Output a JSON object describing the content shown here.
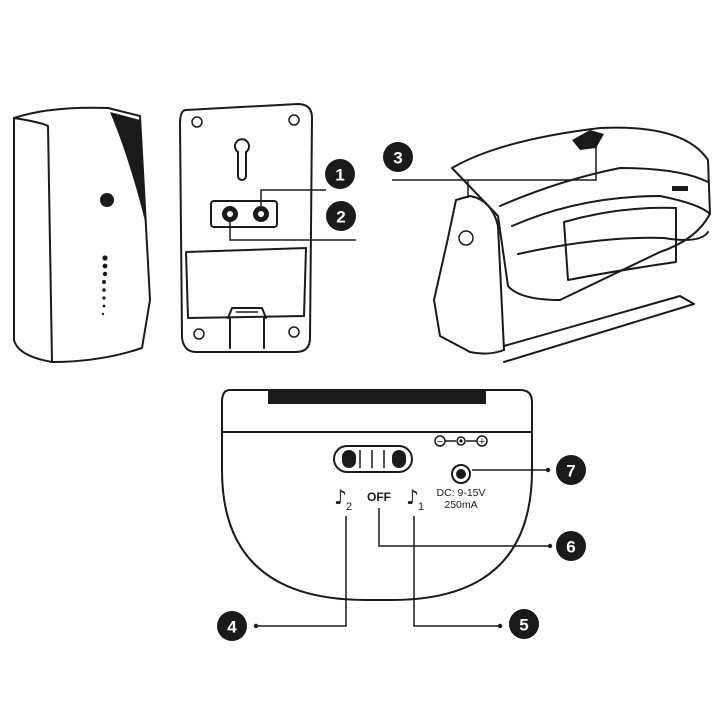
{
  "callouts": [
    "1",
    "2",
    "3",
    "4",
    "5",
    "6",
    "7"
  ],
  "switch_labels": {
    "left_symbol": "♪",
    "left_sub": "2",
    "center": "OFF",
    "right_symbol": "♪",
    "right_sub": "1"
  },
  "power_spec": {
    "line1": "DC: 9-15V",
    "line2": "250mA"
  },
  "polarity_symbols": {
    "minus": "−",
    "plus": "+"
  }
}
